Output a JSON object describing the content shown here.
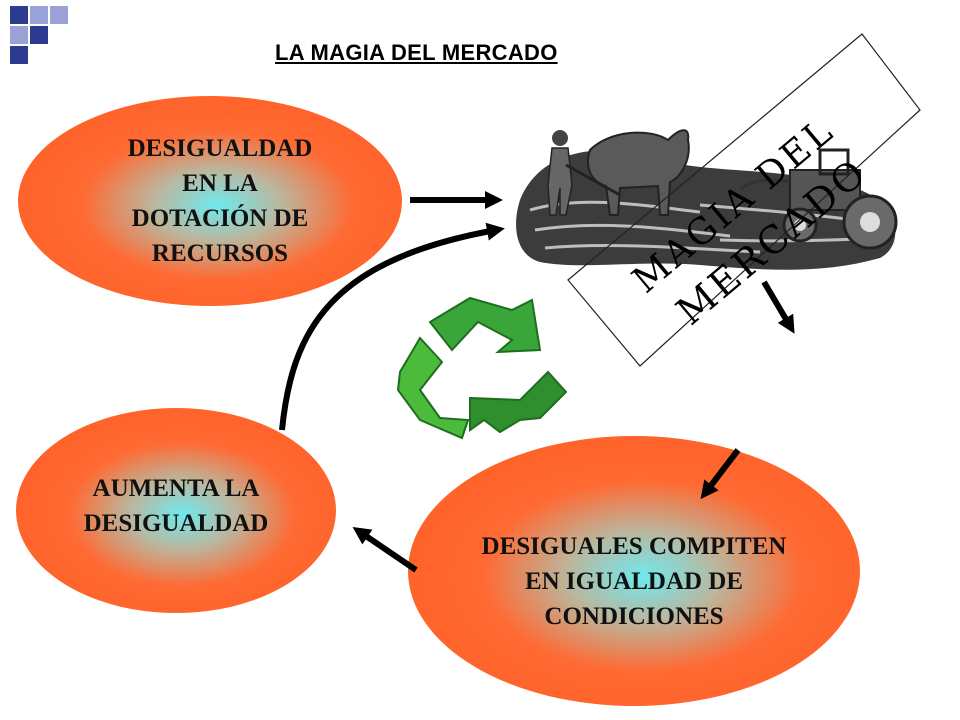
{
  "title": "LA MAGIA DEL MERCADO",
  "nodes": {
    "desigualdad_recursos": [
      "DESIGUALDAD",
      "EN LA",
      "DOTACIÓN DE",
      "RECURSOS"
    ],
    "aumenta": [
      "AUMENTA LA",
      "DESIGUALDAD"
    ],
    "compiten": [
      "DESIGUALES COMPITEN",
      "EN IGUALDAD DE",
      "CONDICIONES"
    ]
  },
  "banner": {
    "line1": "MAGIA DEL",
    "line2": "MERCADO"
  },
  "icons": {
    "farm": "farmer-oxen-tractor-illustration",
    "recycle": "recycle-arrows-icon"
  },
  "colors": {
    "ellipse_outer": "#ff5a1f",
    "ellipse_center": "#6fe9ef",
    "recycle_green": "#3aa63a",
    "accent_squares": [
      "#2c3b8f",
      "#9aa0d8"
    ]
  }
}
